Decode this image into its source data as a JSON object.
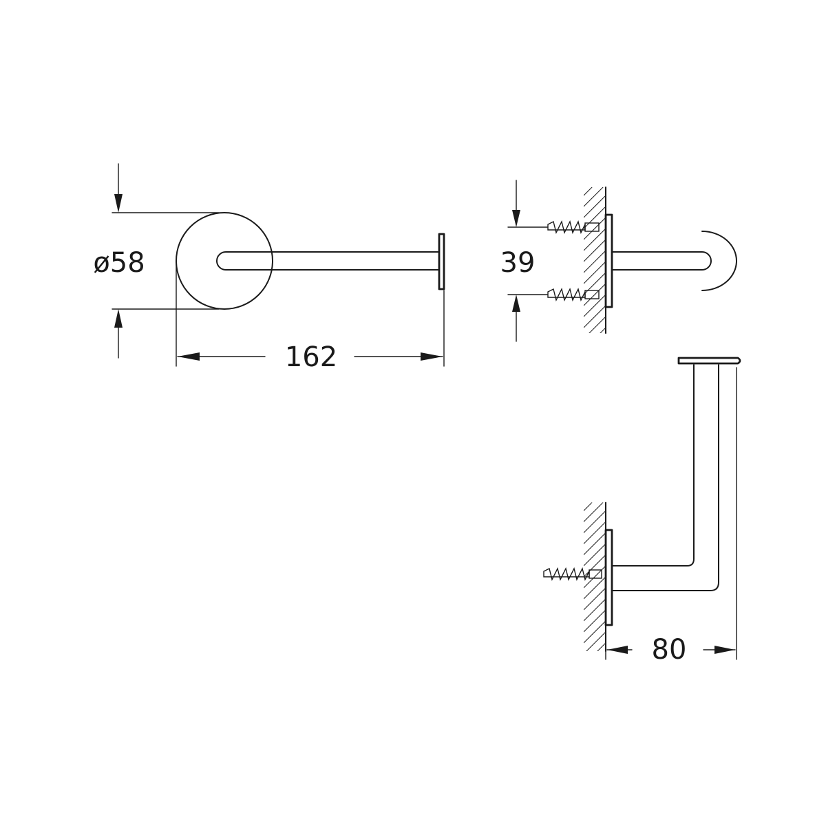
{
  "dimensions": {
    "diameter": "ø58",
    "length": "162",
    "screw_spacing": "39",
    "projection": "80"
  }
}
